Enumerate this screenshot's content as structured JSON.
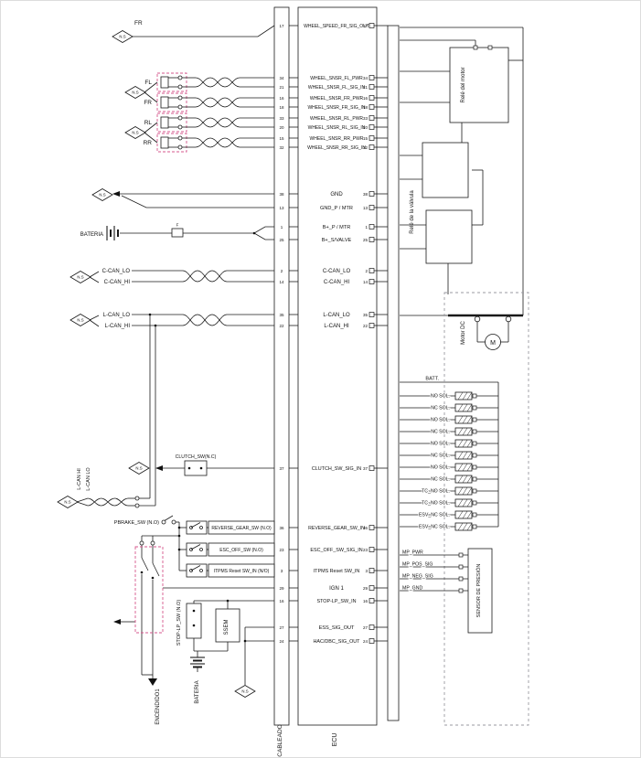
{
  "labels": {
    "cableado": "CABLEADO",
    "ecu": "ECU",
    "rele_motor": "Relé del motor",
    "rele_valvula": "Relé de la válvula",
    "motor_dc": "Motor DC",
    "motor_symbol": "M",
    "sensor_presion": "SENSOR DE PRESIÓN",
    "batt": "BATT."
  },
  "ecu": {
    "signals": [
      {
        "pin": "17",
        "label": "WHEEL_SPEED_FR_SIG_OUT"
      },
      {
        "pin": "34",
        "label": "WHEEL_SNSR_FL_PWR"
      },
      {
        "pin": "21",
        "label": "WHEEL_SNSR_FL_SIG_IN"
      },
      {
        "pin": "16",
        "label": "WHEEL_SNSR_FR_PWR"
      },
      {
        "pin": "18",
        "label": "WHEEL_SNSR_FR_SIG_IN"
      },
      {
        "pin": "33",
        "label": "WHEEL_SNSR_RL_PWR"
      },
      {
        "pin": "20",
        "label": "WHEEL_SNSR_RL_SIG_IN"
      },
      {
        "pin": "15",
        "label": "WHEEL_SNSR_RR_PWR"
      },
      {
        "pin": "32",
        "label": "WHEEL_SNSR_RR_SIG_IN"
      },
      {
        "pin": "38",
        "label": "GND"
      },
      {
        "pin": "13",
        "label": "GND_P / MTR"
      },
      {
        "pin": "1",
        "label": "B+_P / MTR"
      },
      {
        "pin": "25",
        "label": "B+_S/VALVE"
      },
      {
        "pin": "2",
        "label": "C-CAN_LO"
      },
      {
        "pin": "14",
        "label": "C-CAN_HI"
      },
      {
        "pin": "35",
        "label": "L-CAN_LO"
      },
      {
        "pin": "22",
        "label": "L-CAN_HI"
      },
      {
        "pin": "37",
        "label": "CLUTCH_SW_SIG_IN"
      },
      {
        "pin": "36",
        "label": "REVERSE_GEAR_SW_IN"
      },
      {
        "pin": "23",
        "label": "ESC_OFF_SW_SIG_IN"
      },
      {
        "pin": "3",
        "label": "ITPMS Reset SW_IN"
      },
      {
        "pin": "29",
        "label": "IGN 1"
      },
      {
        "pin": "16",
        "label": "STOP-LP_SW_IN"
      },
      {
        "pin": "27",
        "label": "ESS_SIG_OUT"
      },
      {
        "pin": "24",
        "label": "HAC/DBC_SIG_OUT"
      }
    ]
  },
  "valve_block": {
    "solenoids": [
      "NO SOL.",
      "NC SOL.",
      "NO SOL.",
      "NC SOL.",
      "NO SOL.",
      "NC SOL.",
      "NO SOL.",
      "NC SOL.",
      "TC_NO SOL.",
      "TC_NO SOL.",
      "ESV_NC SOL.",
      "ESV_NC SOL."
    ],
    "pressure_signals": [
      "MP_PWR",
      "MP_POS_SIG",
      "MP_NEG_SIG",
      "MP_GND"
    ]
  },
  "left": {
    "wheel_out": "FR",
    "wheels": [
      "FL",
      "FR",
      "RL",
      "RR"
    ],
    "connector_code": "N.S",
    "bateria_top": "BATERIA",
    "fuse": "F",
    "c_can": [
      "C-CAN_LO",
      "C-CAN_HI"
    ],
    "l_can": [
      "L-CAN_LO",
      "L-CAN_HI"
    ],
    "clutch": "CLUTCH_SW(N.C)",
    "l_can_branch": [
      "L-CAN HI",
      "L-CAN LO"
    ],
    "pbrake": "PBRAKE_SW (N.O)",
    "switch_boxes": [
      "REVERSE_GEAR_SW (N.O)",
      "ESC_OFF_SW (N.O)",
      "ITPMS Reset SW_IN (N/O)"
    ],
    "stop_lp": "STOP-LP_SW (N.O)",
    "ssem": "SSEM",
    "bateria_bottom": "BATERIA",
    "encendido": "ENCENDIDO1"
  }
}
